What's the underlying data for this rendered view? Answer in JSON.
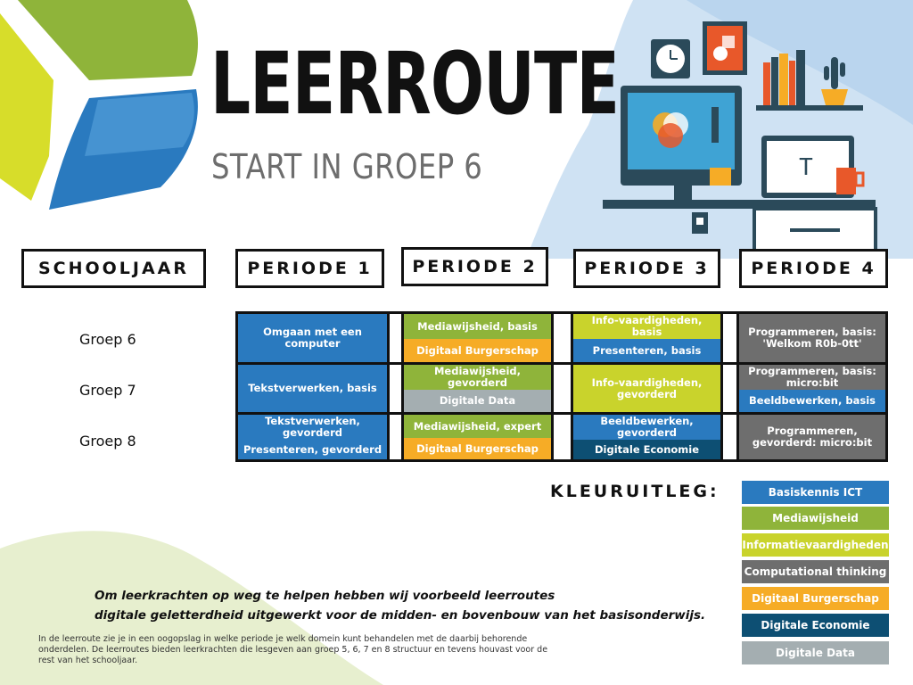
{
  "header": {
    "title": "LEERROUTE",
    "subtitle": "START IN GROEP 6"
  },
  "columns": {
    "schooljaar": "SCHOOLJAAR",
    "periode1": "PERIODE 1",
    "periode2": "PERIODE 2",
    "periode3": "PERIODE 3",
    "periode4": "PERIODE 4"
  },
  "groups": {
    "g6": "Groep 6",
    "g7": "Groep 7",
    "g8": "Groep 8"
  },
  "schedule": {
    "g6": {
      "p1": "Omgaan met een computer",
      "p2a": "Mediawijsheid, basis",
      "p2b": "Digitaal Burgerschap",
      "p3a": "Info-vaardigheden, basis",
      "p3b": "Presenteren, basis",
      "p4": "Programmeren, basis: 'Welkom R0b-0tt'"
    },
    "g7": {
      "p1": "Tekstverwerken, basis",
      "p2a": "Mediawijsheid, gevorderd",
      "p2b": "Digitale Data",
      "p3": "Info-vaardigheden, gevorderd",
      "p4a": "Programmeren, basis: micro:bit",
      "p4b": "Beeldbewerken, basis"
    },
    "g8": {
      "p1a": "Tekstverwerken, gevorderd",
      "p1b": "Presenteren, gevorderd",
      "p2a": "Mediawijsheid, expert",
      "p2b": "Digitaal Burgerschap",
      "p3a": "Beeldbewerken, gevorderd",
      "p3b": "Digitale Economie",
      "p4": "Programmeren, gevorderd: micro:bit"
    }
  },
  "legend": {
    "title": "KLEURUITLEG:",
    "items": [
      {
        "label": "Basiskennis ICT",
        "color": "#2a7abf"
      },
      {
        "label": "Mediawijsheid",
        "color": "#8fb43a"
      },
      {
        "label": "Informatievaardigheden",
        "color": "#c9d32c"
      },
      {
        "label": "Computational thinking",
        "color": "#6e6e6e"
      },
      {
        "label": "Digitaal Burgerschap",
        "color": "#f6ac26"
      },
      {
        "label": "Digitale Economie",
        "color": "#0d4f73"
      },
      {
        "label": "Digitale Data",
        "color": "#a4aeb1"
      }
    ]
  },
  "intro": {
    "line1": "Om leerkrachten op weg te helpen hebben wij voorbeeld leerroutes",
    "line2": "digitale geletterdheid uitgewerkt voor de midden- en bovenbouw van het basisonderwijs."
  },
  "footnote": "In de leerroute zie je in een oogopslag in welke periode je welk domein kunt behandelen met de daarbij behorende onderdelen. De leerroutes bieden leerkrachten die lesgeven aan groep 5, 6, 7 en 8 structuur en tevens houvast voor de rest van het schooljaar.",
  "colors": {
    "basiskennis": "#2a7abf",
    "mediawijsheid": "#8fb43a",
    "informatie": "#c9d32c",
    "computational": "#6e6e6e",
    "burgerschap": "#f6ac26",
    "economie": "#0d4f73",
    "data": "#a4aeb1"
  },
  "icons": [
    "logo-tiles-icon",
    "desk-computer-illustration",
    "clock-icon",
    "picture-frame-icon",
    "books-icon",
    "cactus-icon",
    "monitor-icon",
    "laptop-icon",
    "mug-icon",
    "chair-icon"
  ]
}
